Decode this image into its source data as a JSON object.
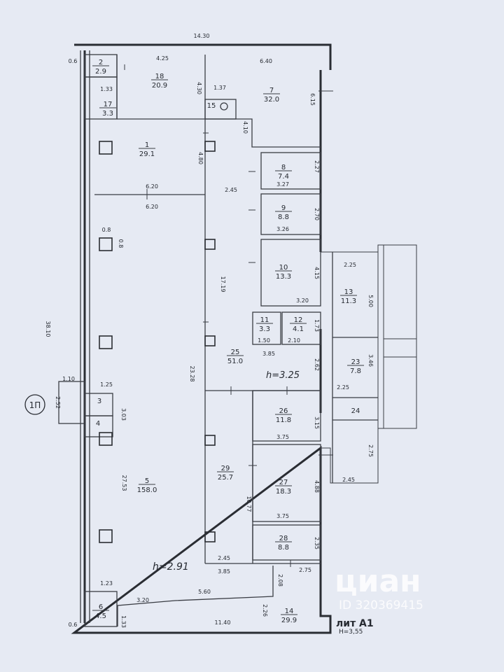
{
  "plan": {
    "block": "1П",
    "liter": "лит А1",
    "liter_height": "H=3,55",
    "height_main": "h=2.91",
    "height_corridor": "h=3.25",
    "rooms": [
      {
        "id": "r2",
        "num": "2",
        "area": "2.9"
      },
      {
        "id": "r18",
        "num": "18",
        "area": "20.9"
      },
      {
        "id": "r7",
        "num": "7",
        "area": "32.0"
      },
      {
        "id": "r17",
        "num": "17",
        "area": "3.3"
      },
      {
        "id": "r15",
        "num": "15",
        "area": ""
      },
      {
        "id": "r1",
        "num": "1",
        "area": "29.1"
      },
      {
        "id": "r8",
        "num": "8",
        "area": "7.4"
      },
      {
        "id": "r9",
        "num": "9",
        "area": "8.8"
      },
      {
        "id": "r10",
        "num": "10",
        "area": "13.3"
      },
      {
        "id": "r13",
        "num": "13",
        "area": "11.3"
      },
      {
        "id": "r11",
        "num": "11",
        "area": "3.3"
      },
      {
        "id": "r12",
        "num": "12",
        "area": "4.1"
      },
      {
        "id": "r25",
        "num": "25",
        "area": "51.0"
      },
      {
        "id": "r23",
        "num": "23",
        "area": "7.8"
      },
      {
        "id": "r3",
        "num": "3",
        "area": ""
      },
      {
        "id": "r4",
        "num": "4",
        "area": ""
      },
      {
        "id": "r26",
        "num": "26",
        "area": "11.8"
      },
      {
        "id": "r24",
        "num": "24",
        "area": ""
      },
      {
        "id": "r5",
        "num": "5",
        "area": "158.0"
      },
      {
        "id": "r29",
        "num": "29",
        "area": "25.7"
      },
      {
        "id": "r27",
        "num": "27",
        "area": "18.3"
      },
      {
        "id": "r28",
        "num": "28",
        "area": "8.8"
      },
      {
        "id": "r6",
        "num": "6",
        "area": "4.5"
      },
      {
        "id": "r14",
        "num": "14",
        "area": "29.9"
      }
    ],
    "dims": [
      "14.30",
      "0.6",
      "4.25",
      "6.40",
      "1.33",
      "4.30",
      "1.37",
      "6.15",
      "4.10",
      "4.80",
      "2.27",
      "3.27",
      "2.45",
      "6.20",
      "6.20",
      "2.70",
      "0.8",
      "0.8",
      "3.26",
      "4.15",
      "2.25",
      "17.19",
      "5.00",
      "3.20",
      "38.10",
      "1.73",
      "1.50",
      "2.10",
      "3.85",
      "2.62",
      "3.46",
      "1.10",
      "1.25",
      "2.52",
      "3.03",
      "27.53",
      "23.28",
      "3.15",
      "2.25",
      "3.75",
      "2.75",
      "10.77",
      "4.88",
      "2.45",
      "3.75",
      "2.35",
      "2.45",
      "3.85",
      "2.75",
      "1.23",
      "2.08",
      "3.20",
      "5.60",
      "2.26",
      "0.6",
      "1.33",
      "11.40"
    ],
    "watermark": "циан",
    "watermark_id": "ID 320369415"
  }
}
